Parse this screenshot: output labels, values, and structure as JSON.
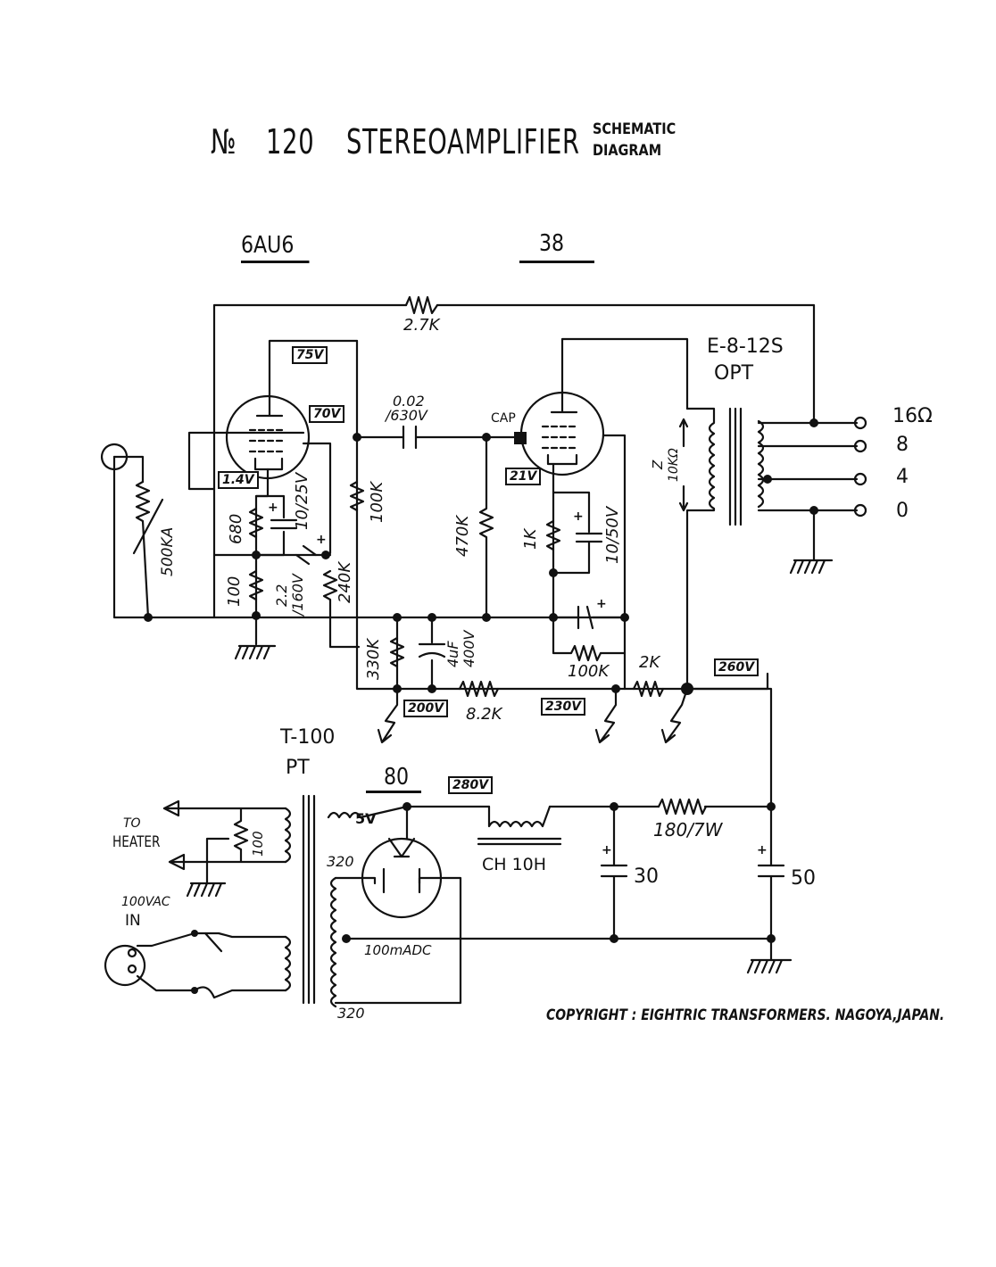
{
  "header": {
    "title_no": "№",
    "title_num": "120",
    "title_name": "STEREOAMPLIFIER",
    "subtitle_line1": "SCHEMATIC",
    "subtitle_line2": "DIAGRAM"
  },
  "tubes": {
    "driver": "6AU6",
    "output": "38",
    "rectifier": "80"
  },
  "voltages": {
    "v75": "75V",
    "v70": "70V",
    "v1_4": "1.4V",
    "v21": "21V",
    "v260": "260V",
    "v200": "200V",
    "v230": "230V",
    "v280": "280V"
  },
  "components": {
    "r_feedback": "2.7K",
    "c_coupling_a": "0.02",
    "c_coupling_b": "/630V",
    "cap_label": "CAP",
    "r_100k": "100K",
    "r_470k": "470K",
    "r_1k": "1K",
    "c_10_50": "10/50V",
    "r_680": "680",
    "c_10_25": "10/25V",
    "r_100": "100",
    "c_2_2": "2.2",
    "c_2_2b": "/160V",
    "r_240k": "240K",
    "pot_500k": "500KA",
    "r_330k": "330K",
    "c_4uf": "4uF",
    "c_4uf_v": "400V",
    "r_100k_b": "100K",
    "r_2k": "2K",
    "r_8_2k": "8.2K",
    "opt_name": "E-8-12S",
    "opt_type": "OPT",
    "opt_z": "Z",
    "opt_z_val": "10KΩ",
    "tap_16": "16Ω",
    "tap_8": "8",
    "tap_4": "4",
    "tap_0": "0",
    "pt_name": "T-100",
    "pt_type": "PT",
    "to_heater_1": "TO",
    "to_heater_2": "HEATER",
    "heater_pot": "100",
    "ac_in_1": "100VAC",
    "ac_in_2": "IN",
    "v5": "5V",
    "hv_top": "320",
    "hv_bot": "320",
    "current": "100mADC",
    "choke": "CH 10H",
    "r_180": "180/7W",
    "c_30": "30",
    "c_50": "50",
    "plus": "+"
  },
  "footer": {
    "copyright": "COPYRIGHT : EIGHTRIC TRANSFORMERS. NAGOYA,JAPAN."
  }
}
